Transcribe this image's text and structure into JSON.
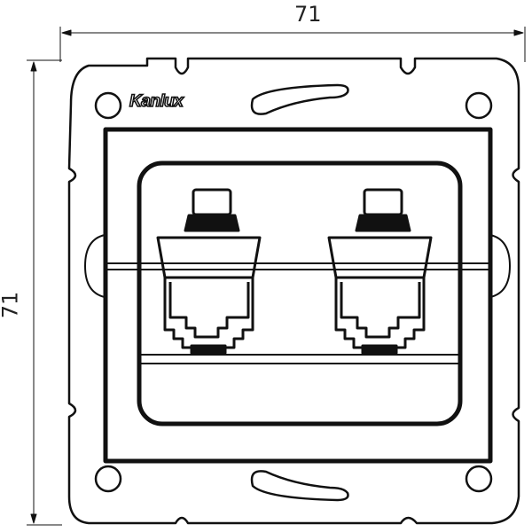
{
  "dimensions": {
    "width_label": "71",
    "height_label": "71"
  },
  "logo": {
    "text": "Kanlux"
  },
  "colors": {
    "line": "#111111",
    "background": "#ffffff"
  },
  "jacks": [
    {
      "type": "RJ45"
    },
    {
      "type": "RJ45"
    }
  ]
}
